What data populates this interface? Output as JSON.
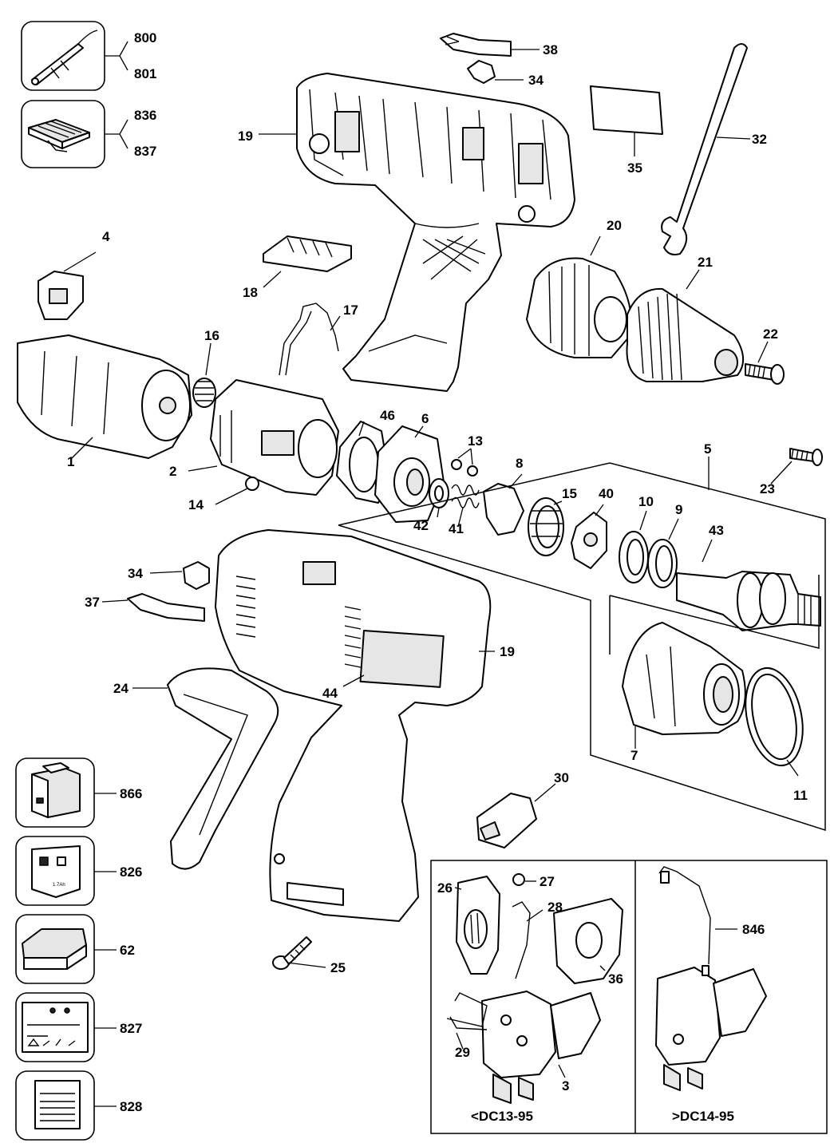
{
  "labels": {
    "l800": "800",
    "l801": "801",
    "l836": "836",
    "l837": "837",
    "l38": "38",
    "l34a": "34",
    "l19a": "19",
    "l35": "35",
    "l32": "32",
    "l4": "4",
    "l18": "18",
    "l17": "17",
    "l20": "20",
    "l21": "21",
    "l22": "22",
    "l16": "16",
    "l1": "1",
    "l2": "2",
    "l14": "14",
    "l46": "46",
    "l6": "6",
    "l13": "13",
    "l5": "5",
    "l23": "23",
    "l8": "8",
    "l15": "15",
    "l40": "40",
    "l10": "10",
    "l9": "9",
    "l43": "43",
    "l42": "42",
    "l41": "41",
    "l34b": "34",
    "l37": "37",
    "l19b": "19",
    "l24": "24",
    "l44": "44",
    "l7": "7",
    "l11": "11",
    "l866": "866",
    "l30": "30",
    "l826": "826",
    "l27": "27",
    "l26": "26",
    "l28": "28",
    "l846": "846",
    "l62": "62",
    "l25": "25",
    "l36": "36",
    "l827": "827",
    "l29": "29",
    "l3": "3",
    "l828": "828"
  },
  "versions": {
    "left": "<DC13-95",
    "right": ">DC14-95"
  },
  "accessory_box_labels": {
    "box_826_text": "1.7Ah"
  }
}
